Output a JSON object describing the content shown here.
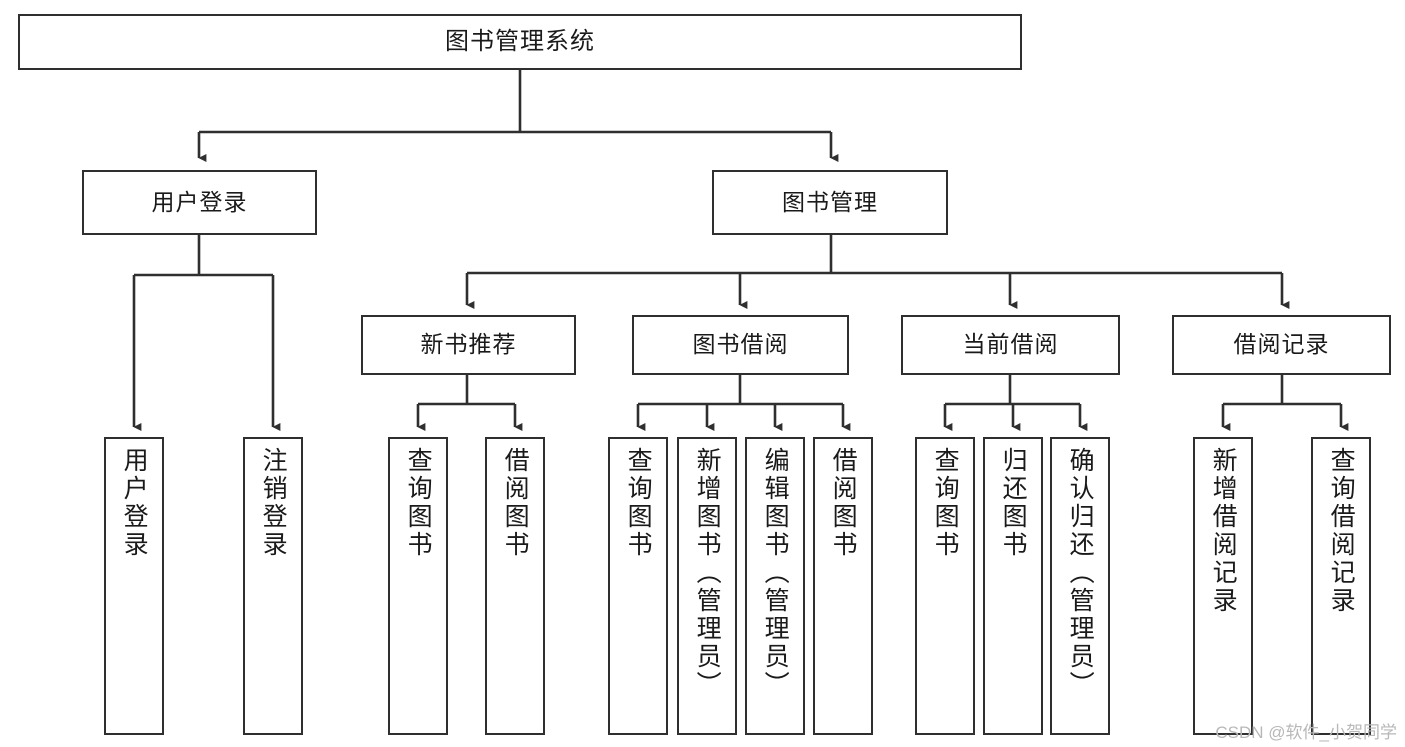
{
  "diagram": {
    "type": "tree-hierarchy",
    "title": "图书管理系统",
    "colors": {
      "box_border": "#2f2f2f",
      "box_fill": "#ffffff",
      "connector": "#2f2f2f",
      "text": "#1a1a1a",
      "watermark": "#b8b8b8",
      "background": "#ffffff"
    },
    "root": {
      "label": "图书管理系统"
    },
    "level2": [
      {
        "id": "user-login",
        "label": "用户登录"
      },
      {
        "id": "book-management",
        "label": "图书管理"
      }
    ],
    "level3": [
      {
        "id": "new-book-recommend",
        "label": "新书推荐",
        "parent": "book-management"
      },
      {
        "id": "book-borrow",
        "label": "图书借阅",
        "parent": "book-management"
      },
      {
        "id": "current-borrow",
        "label": "当前借阅",
        "parent": "book-management"
      },
      {
        "id": "borrow-record",
        "label": "借阅记录",
        "parent": "book-management"
      }
    ],
    "leaves": [
      {
        "id": "leaf-user-login",
        "label": "用户登录",
        "parent": "user-login"
      },
      {
        "id": "leaf-logout-login",
        "label": "注销登录",
        "parent": "user-login"
      },
      {
        "id": "leaf-query-book-1",
        "label": "查询图书",
        "parent": "new-book-recommend"
      },
      {
        "id": "leaf-borrow-book-1",
        "label": "借阅图书",
        "parent": "new-book-recommend"
      },
      {
        "id": "leaf-query-book-2",
        "label": "查询图书",
        "parent": "book-borrow"
      },
      {
        "id": "leaf-add-book",
        "label": "新增图书（管理员）",
        "parent": "book-borrow"
      },
      {
        "id": "leaf-edit-book",
        "label": "编辑图书（管理员）",
        "parent": "book-borrow"
      },
      {
        "id": "leaf-borrow-book-2",
        "label": "借阅图书",
        "parent": "book-borrow"
      },
      {
        "id": "leaf-query-book-3",
        "label": "查询图书",
        "parent": "current-borrow"
      },
      {
        "id": "leaf-return-book",
        "label": "归还图书",
        "parent": "current-borrow"
      },
      {
        "id": "leaf-confirm-return",
        "label": "确认归还（管理员）",
        "parent": "current-borrow"
      },
      {
        "id": "leaf-add-record",
        "label": "新增借阅记录",
        "parent": "borrow-record"
      },
      {
        "id": "leaf-query-record",
        "label": "查询借阅记录",
        "parent": "borrow-record"
      }
    ],
    "watermark": "CSDN @软件_小贺同学"
  }
}
